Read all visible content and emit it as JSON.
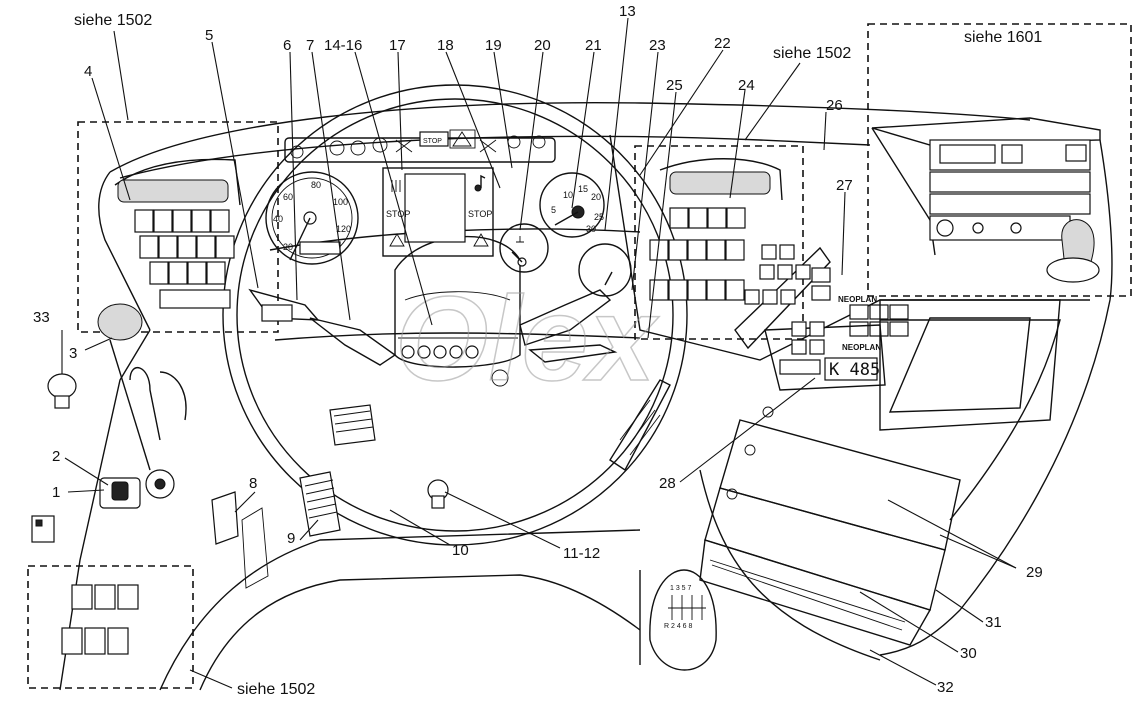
{
  "diagram": {
    "references": {
      "top_left": "siehe 1502",
      "top_center": "siehe 1502",
      "top_right": "siehe 1601",
      "bottom_left": "siehe 1502"
    },
    "callouts": {
      "c1": "1",
      "c2": "2",
      "c3": "3",
      "c4": "4",
      "c5": "5",
      "c6": "6",
      "c7": "7",
      "c8": "8",
      "c9": "9",
      "c10": "10",
      "c11_12": "11-12",
      "c13": "13",
      "c14_16": "14-16",
      "c17": "17",
      "c18": "18",
      "c19": "19",
      "c20": "20",
      "c21": "21",
      "c22": "22",
      "c23": "23",
      "c24": "24",
      "c25": "25",
      "c26": "26",
      "c27": "27",
      "c28": "28",
      "c29": "29",
      "c30": "30",
      "c31": "31",
      "c32": "32",
      "c33": "33"
    },
    "labels": {
      "stop_left": "STOP",
      "stop_right": "STOP",
      "stop_top": "STOP",
      "brand_upper": "NEOPLAN",
      "brand_lower": "NEOPLAN",
      "radio_display": "K 485",
      "speedo_ticks": [
        "20",
        "40",
        "60",
        "80",
        "100",
        "120"
      ],
      "tacho_ticks": [
        "5",
        "10",
        "15",
        "20",
        "25",
        "30"
      ],
      "gear_top": "1 3 5 7",
      "gear_bottom": "R 2 4 6 8"
    },
    "watermark": "Olex"
  }
}
